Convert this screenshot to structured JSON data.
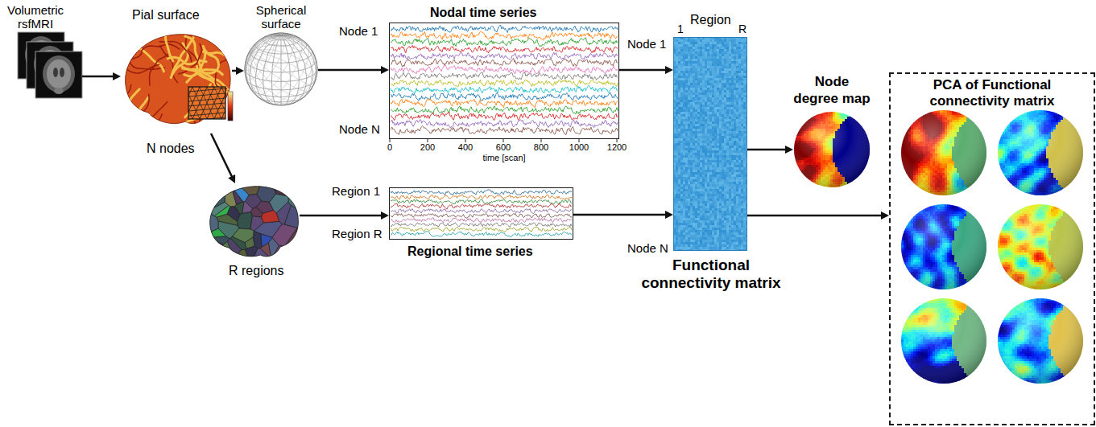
{
  "diagram": {
    "nodes": [
      {
        "text": [
          "Volumetric rsfMRI"
        ]
      },
      {
        "text": [
          "Pial surface",
          "N nodes"
        ]
      },
      {
        "text": [
          "Spherical surface"
        ]
      },
      {
        "text": [
          "Nodal time series"
        ]
      },
      {
        "text": [
          "R regions"
        ]
      },
      {
        "text": [
          "Regional time series"
        ]
      },
      {
        "text": [
          "Functional connectivity matrix"
        ]
      },
      {
        "text": [
          "Node degree map"
        ]
      },
      {
        "text": [
          "PCA of Functional connectivity matrix"
        ]
      }
    ],
    "edges": [
      {
        "from": 0,
        "to": 1,
        "arrow": "to"
      },
      {
        "from": 1,
        "to": 2,
        "arrow": "to"
      },
      {
        "from": 2,
        "to": 3,
        "arrow": "to"
      },
      {
        "from": 1,
        "to": 4,
        "arrow": "to"
      },
      {
        "from": 4,
        "to": 5,
        "arrow": "to"
      },
      {
        "from": 3,
        "to": 6,
        "arrow": "to"
      },
      {
        "from": 5,
        "to": 6,
        "arrow": "to"
      },
      {
        "from": 6,
        "to": 7,
        "arrow": "to"
      },
      {
        "from": 6,
        "to": 8,
        "arrow": "to"
      }
    ],
    "labels": [
      "Node 1",
      "Node N",
      "0",
      "200",
      "400",
      "600",
      "800",
      "1000",
      "1200",
      "time [scan]",
      "Region 1",
      "Region R",
      "Region",
      "1",
      "R",
      "Node 1",
      "Node N"
    ]
  }
}
